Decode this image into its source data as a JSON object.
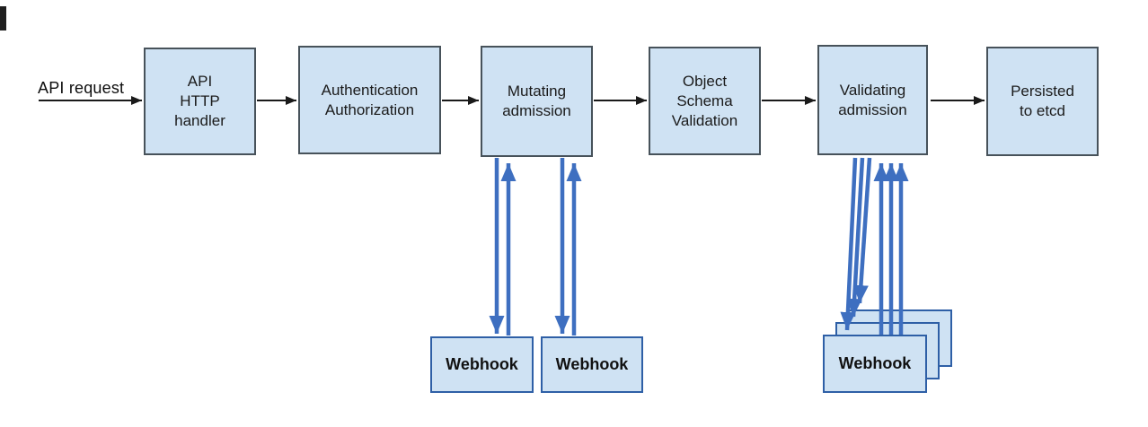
{
  "colors": {
    "box_fill": "#CFE2F3",
    "flow_box_border": "#47525A",
    "webhook_box_border": "#2E5FA6",
    "flow_arrow": "#1A1A1A",
    "webhook_arrow": "#3E6FC0"
  },
  "flow": {
    "input_label": "API request",
    "stages": [
      {
        "label": "API\nHTTP\nhandler"
      },
      {
        "label": "Authentication\nAuthorization"
      },
      {
        "label": "Mutating\nadmission"
      },
      {
        "label": "Object\nSchema\nValidation"
      },
      {
        "label": "Validating\nadmission"
      },
      {
        "label": "Persisted\nto etcd"
      }
    ],
    "mutating_webhooks": [
      {
        "label": "Webhook"
      },
      {
        "label": "Webhook"
      }
    ],
    "validating_webhooks": [
      {
        "label": "Webhook"
      },
      {
        "label": "Webhook"
      },
      {
        "label": "Webhook"
      }
    ]
  }
}
